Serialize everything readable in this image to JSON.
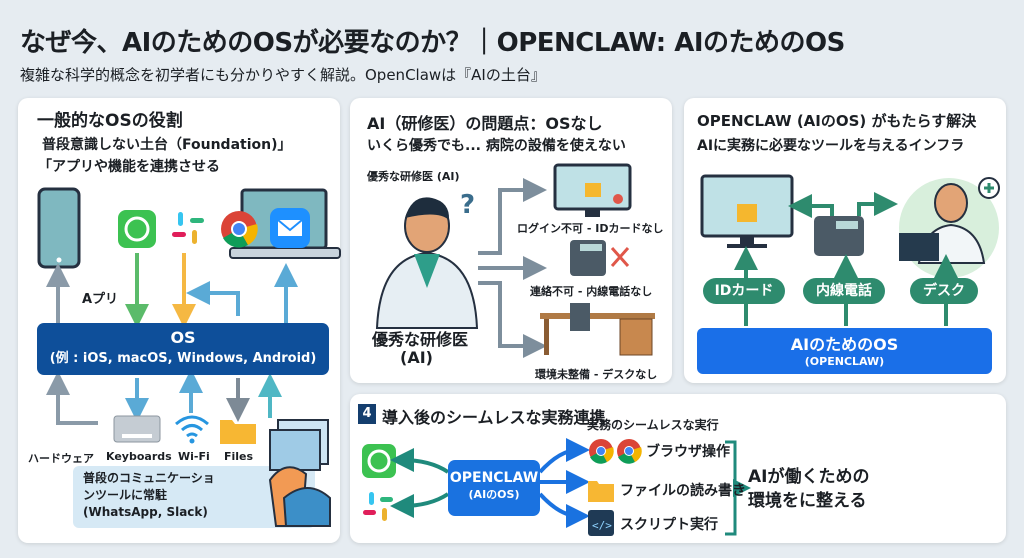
{
  "header": {
    "title": "なぜ今、AIのためのOSが必要なのか？｜OPENCLAW: AIのためのOS",
    "subtitle": "複雑な科学的概念を初学者にも分かりやすく解説。OpenClawは『AIの土台』"
  },
  "panel1": {
    "title": "一般的なOSの役割",
    "line1": "普段意識しない土台（Foundation)」",
    "line2": "「アプリや機能を連携させる",
    "apps_label": "Aプリ",
    "os_title": "OS",
    "os_examples": "(例 : iOS, macOS, Windows, Android)",
    "hardware_label": "ハードウェア",
    "keyboards_label": "Keyboards",
    "wifi_label": "Wi-Fi",
    "files_label": "Files",
    "comm_line1": "普段のコミュニケーショ",
    "comm_line2": "ンツールに常駐",
    "comm_line3": "(WhatsApp, Slack)",
    "os_color": "#0e4f9a"
  },
  "panel2": {
    "title": "AI（研修医）の問題点：OSなし",
    "subtitle": "いくら優秀でも... 病院の設備を使えない",
    "doctor_small": "優秀な研修医 (AI)",
    "doctor_label1": "優秀な研修医",
    "doctor_label2": "(AI)",
    "issues": [
      {
        "label": "ログイン不可 - IDカードなし",
        "icon": "locked-monitor-icon"
      },
      {
        "label": "連絡不可 - 内線電話なし",
        "icon": "phone-x-icon"
      },
      {
        "label": "環境未整備 - デスクなし",
        "icon": "desk-icon"
      }
    ]
  },
  "panel3": {
    "title": "OPENCLAW (AIのOS) がもたらす解決",
    "subtitle": "AIに実務に必要なツールを与えるインフラ",
    "pills": [
      "IDカード",
      "内線電話",
      "デスク"
    ],
    "bar_title": "AIのためのOS",
    "bar_sub": "(OPENCLAW)",
    "pill_color": "#2e8b6e",
    "bar_color": "#1a6fe8"
  },
  "panel4": {
    "badge": "4",
    "title": "導入後のシームレスな実務連携",
    "center_title": "OPENCLAW",
    "center_sub": "(AIのOS)",
    "exec_heading": "実務のシームレスな実行",
    "exec": [
      "ブラウザ操作",
      "ファイルの読み書き",
      "スクリプト実行"
    ],
    "result1": "AIが働くための",
    "result2": "環境をに整える"
  }
}
